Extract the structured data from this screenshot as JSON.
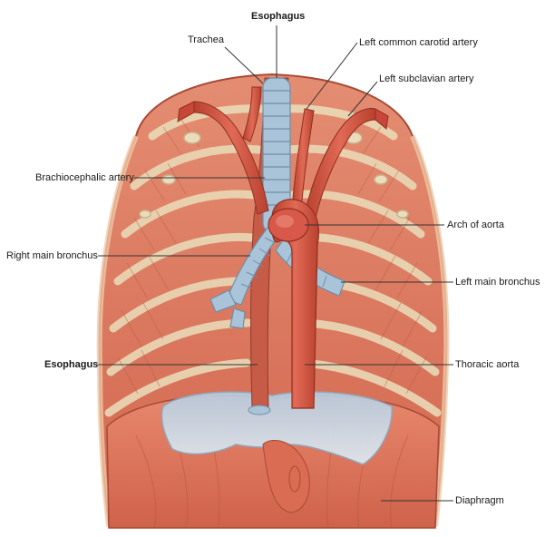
{
  "labels": {
    "esophagus_top": "Esophagus",
    "trachea": "Trachea",
    "left_common_carotid": "Left common carotid artery",
    "left_subclavian": "Left subclavian artery",
    "brachiocephalic": "Brachiocephalic artery",
    "arch_of_aorta": "Arch of aorta",
    "right_main_bronchus": "Right main bronchus",
    "left_main_bronchus": "Left main bronchus",
    "esophagus_side": "Esophagus",
    "thoracic_aorta": "Thoracic aorta",
    "diaphragm": "Diaphragm"
  },
  "colors": {
    "muscle": "#d9735a",
    "muscle_dark": "#b9523c",
    "muscle_light": "#eea28c",
    "rib": "#e8d8b4",
    "artery": "#d2503e",
    "airway": "#a9c4d8",
    "tendon": "#c9d6e2",
    "leader_line": "#333333"
  }
}
